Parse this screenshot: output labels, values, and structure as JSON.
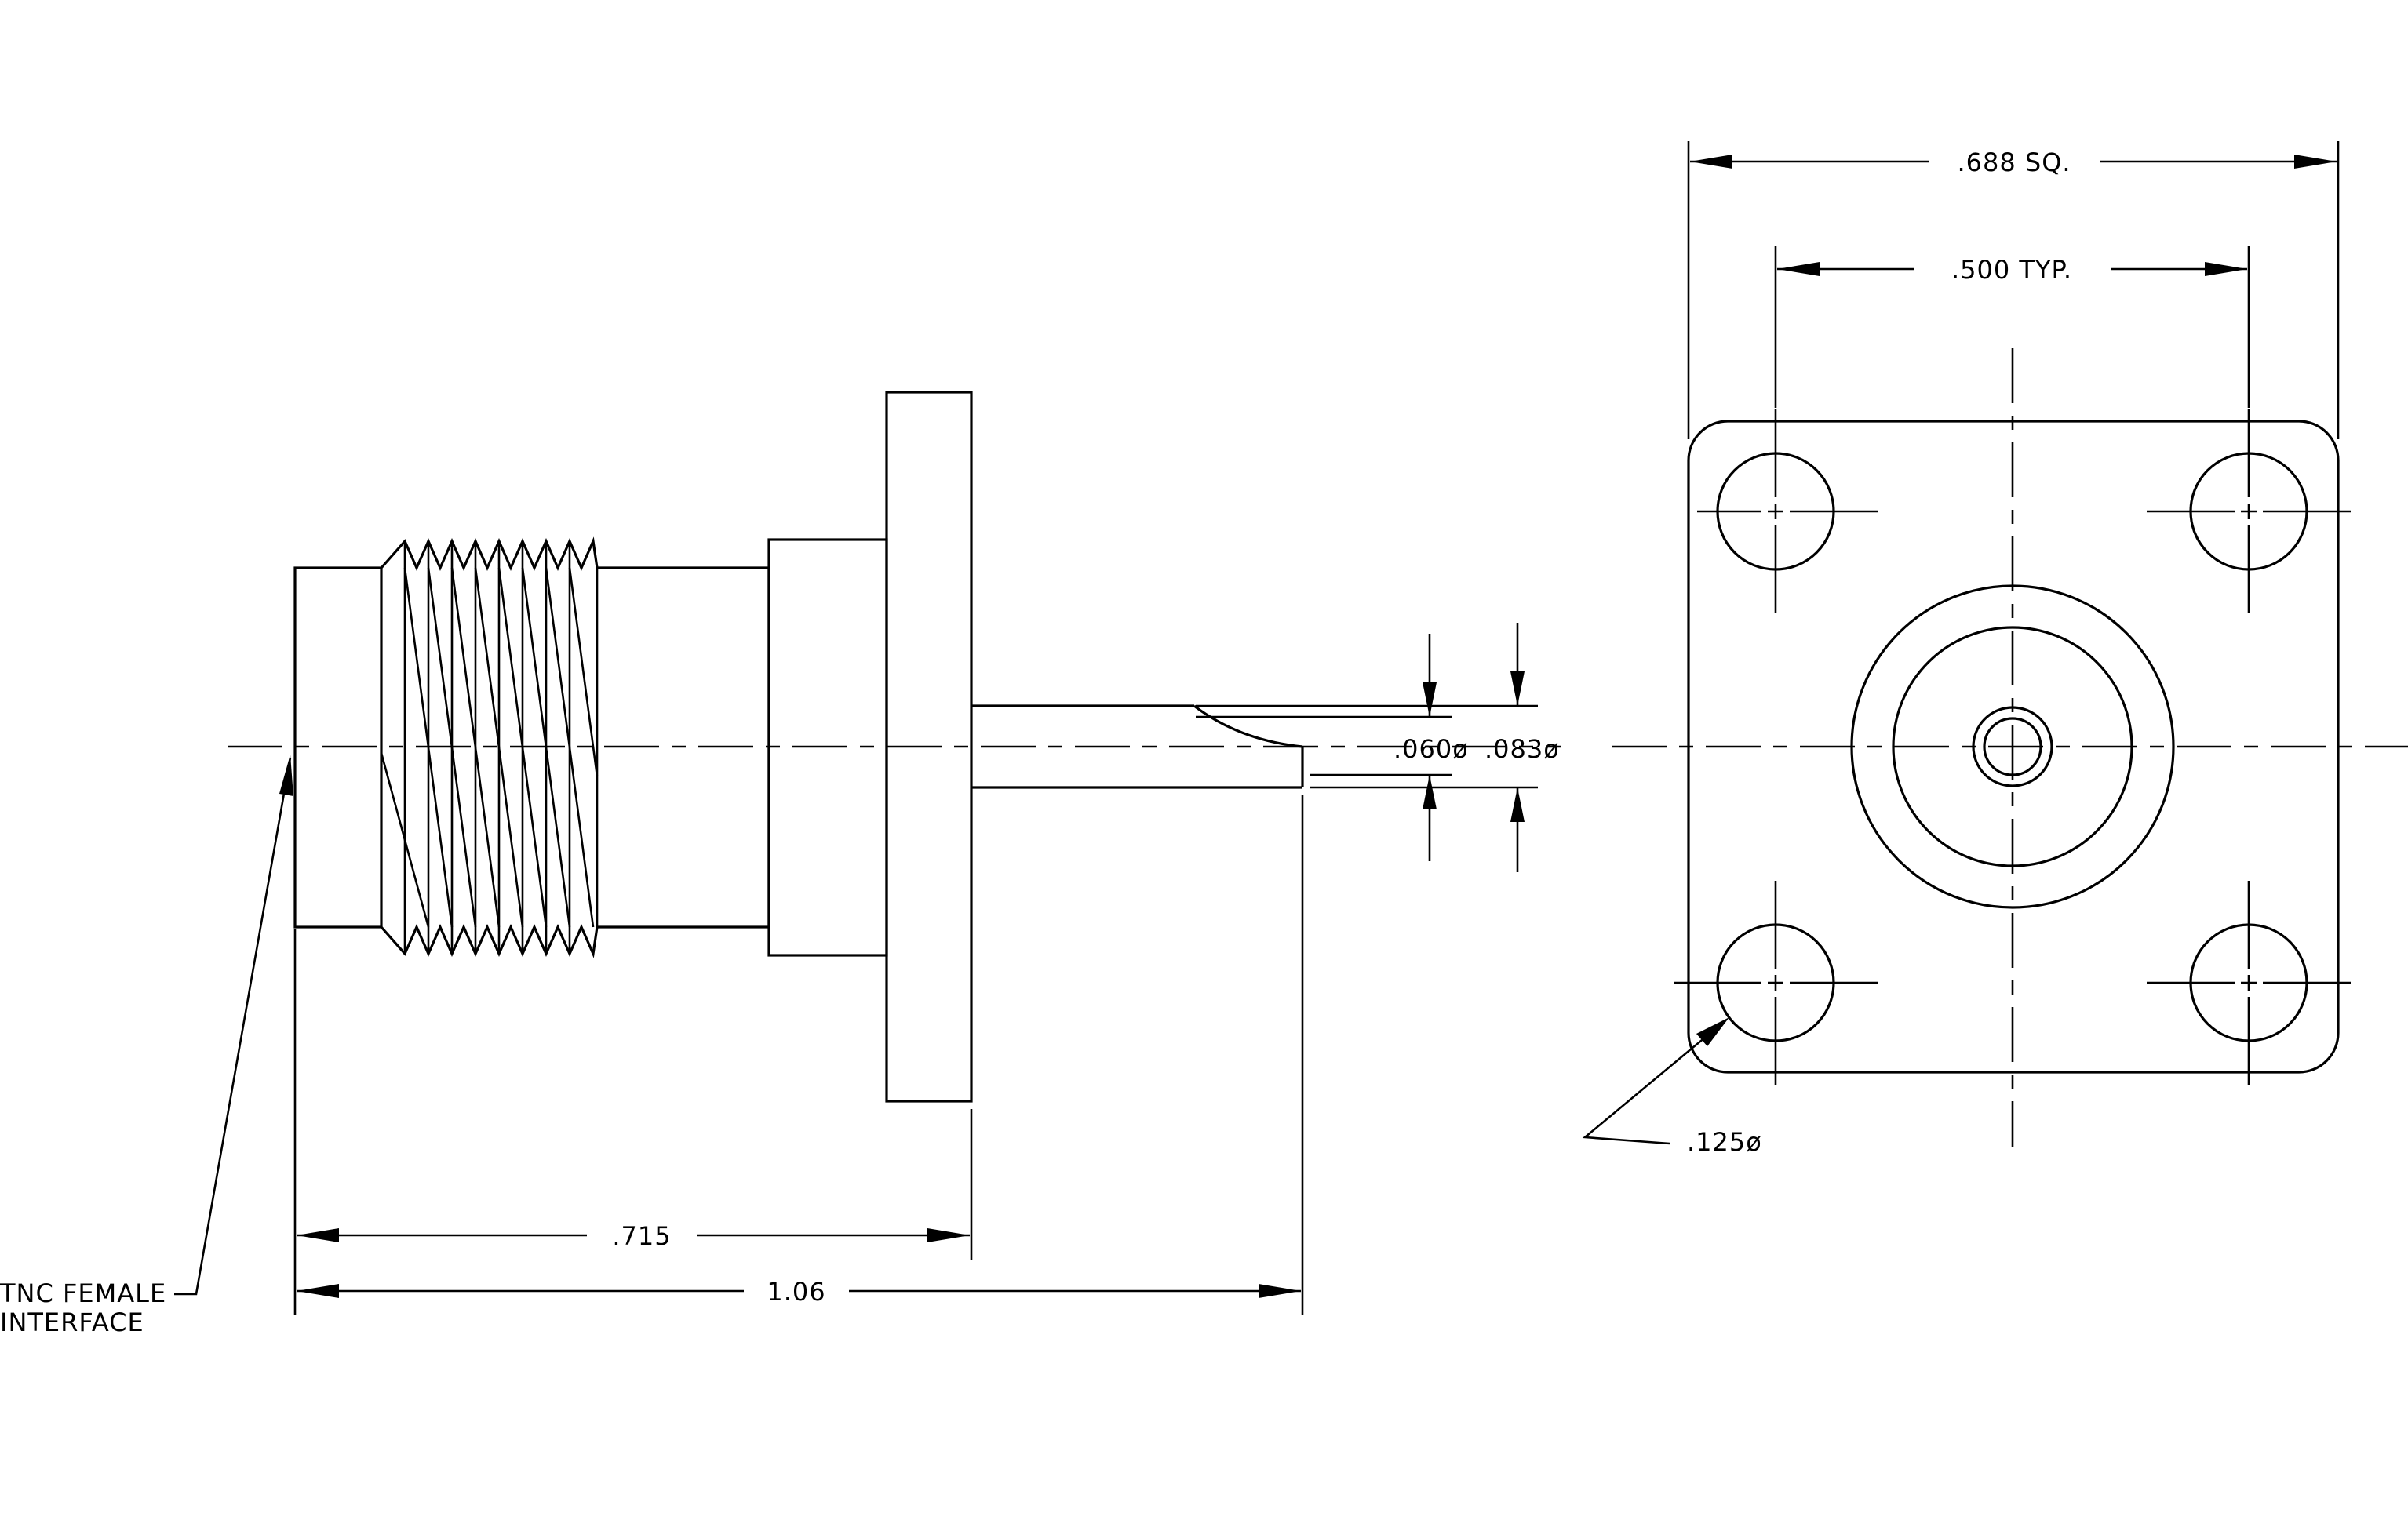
{
  "drawing": {
    "callout": {
      "line1": "TNC FEMALE",
      "line2": "INTERFACE"
    },
    "dimensions": {
      "flange_length": ".715",
      "overall_length": "1.06",
      "pin_inner_dia": ".060ø",
      "pin_outer_dia": ".083ø",
      "square_size": ".688 SQ.",
      "hole_spacing": ".500 TYP.",
      "hole_dia": ".125ø"
    }
  }
}
